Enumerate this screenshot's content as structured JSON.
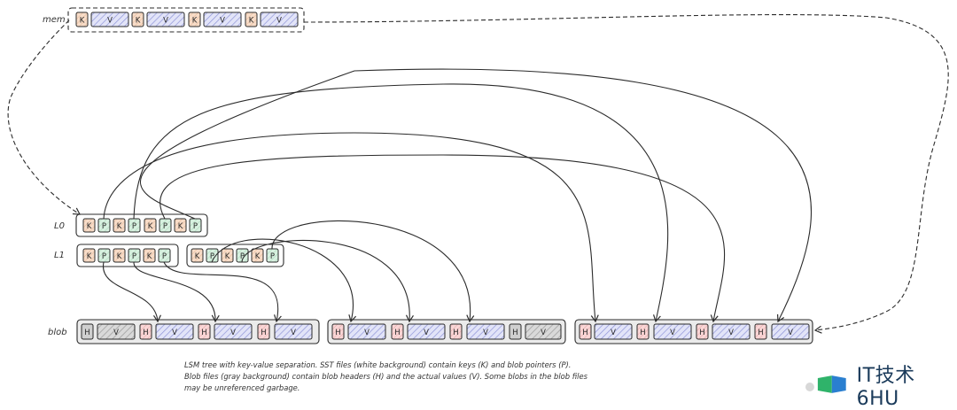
{
  "rows": {
    "mem": "mem",
    "l0": "L0",
    "l1": "L1",
    "blob": "blob"
  },
  "cell_labels": {
    "key": "K",
    "value": "V",
    "pointer": "P",
    "header": "H"
  },
  "sst_files": {
    "mem": [
      "K",
      "V",
      "K",
      "V",
      "K",
      "V",
      "K",
      "V"
    ],
    "l0": [
      "K",
      "P",
      "K",
      "P",
      "K",
      "P",
      "K",
      "P"
    ],
    "l1_a": [
      "K",
      "P",
      "K",
      "P",
      "K",
      "P"
    ],
    "l1_b": [
      "K",
      "P",
      "K",
      "P",
      "K",
      "P"
    ]
  },
  "blob_files": {
    "blob_1": [
      "H",
      "V",
      "H",
      "V",
      "H",
      "V",
      "H",
      "V"
    ],
    "blob_2": [
      "H",
      "V",
      "H",
      "V",
      "H",
      "V",
      "H",
      "V"
    ],
    "blob_3": [
      "H",
      "V",
      "H",
      "V",
      "H",
      "V",
      "H",
      "V"
    ]
  },
  "caption": {
    "line1": "LSM tree with key-value separation. SST files (white background) contain keys (K) and blob pointers (P).",
    "line2": "Blob files (gray background) contain blob headers (H) and the actual values (V). Some blobs in the blob files",
    "line3": "may be unreferenced garbage."
  },
  "watermark": "IT技术6HU",
  "colors": {
    "key_fill": "#f7dcc8",
    "pointer_fill": "#d8f0e0",
    "header_fill": "#f9d6d6",
    "value_fill": "#d5d8f5",
    "garbage_fill": "#cfcfcf",
    "blob_bg": "#ebebeb",
    "stroke": "#2b2b2b"
  }
}
